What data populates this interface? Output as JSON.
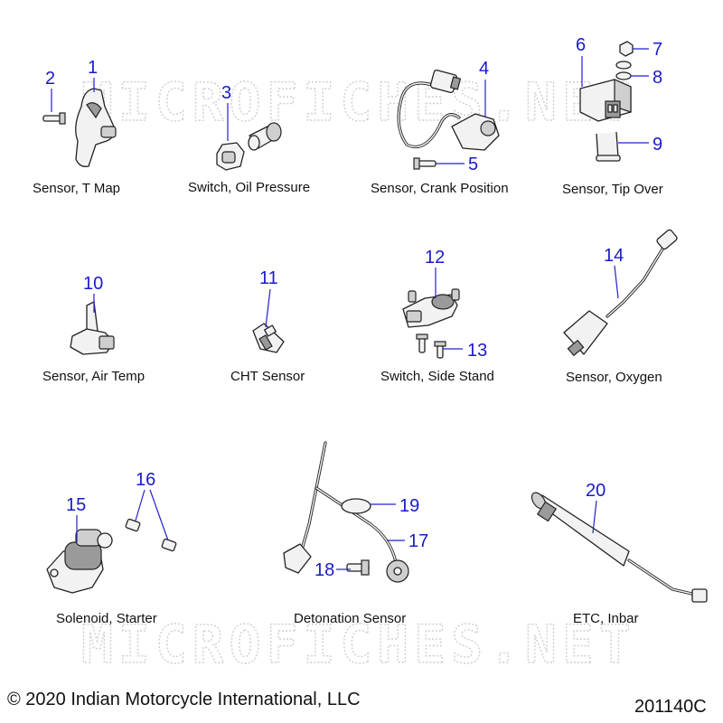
{
  "watermark": "MICROFICHES.NET",
  "copyright": "© 2020 Indian Motorcycle International, LLC",
  "diagram_id": "201140C",
  "groups": [
    {
      "caption": "Sensor, T Map"
    },
    {
      "caption": "Switch, Oil Pressure"
    },
    {
      "caption": "Sensor, Crank Position"
    },
    {
      "caption": "Sensor, Tip Over"
    },
    {
      "caption": "Sensor, Air Temp"
    },
    {
      "caption": "CHT Sensor"
    },
    {
      "caption": "Switch, Side Stand"
    },
    {
      "caption": "Sensor, Oxygen"
    },
    {
      "caption": "Solenoid, Starter"
    },
    {
      "caption": "Detonation Sensor"
    },
    {
      "caption": "ETC, Inbar"
    }
  ],
  "callouts": [
    "1",
    "2",
    "3",
    "4",
    "5",
    "6",
    "7",
    "8",
    "9",
    "10",
    "11",
    "12",
    "13",
    "14",
    "15",
    "16",
    "17",
    "18",
    "19",
    "20"
  ]
}
